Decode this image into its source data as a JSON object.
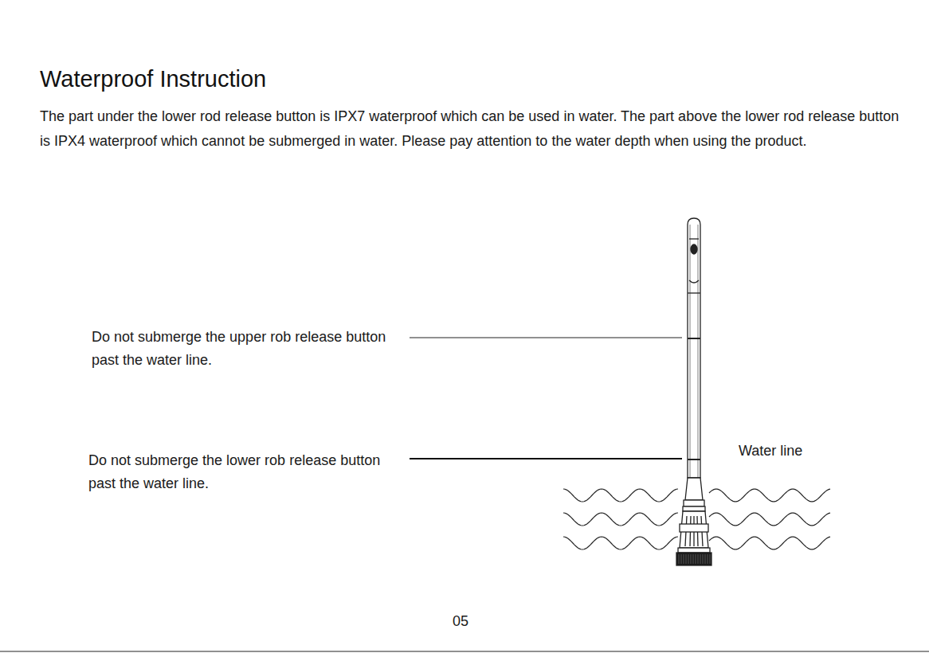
{
  "diagram": {
    "title": "Waterproof Instruction",
    "labels": [
      "The part under the lower rod release button is IPX7 waterproof which can be used in water. The part above the lower rod release button is IPX4 waterproof which cannot be submerged in water. Please pay attention to the water depth when using the product.",
      "Do not submerge the upper rob release button past the water line.",
      "Do not submerge the lower rob release button past the water line.",
      "Water line",
      "05"
    ]
  }
}
